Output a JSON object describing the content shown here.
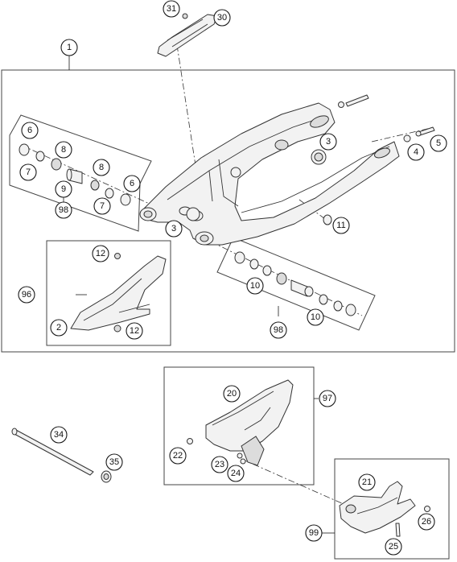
{
  "colors": {
    "line": "#1a1a1a",
    "fill": "#f2f2f2",
    "shade": "#dcdcdc"
  },
  "callouts": {
    "c31": "31",
    "c30": "30",
    "c1": "1",
    "c6a": "6",
    "c8a": "8",
    "c7a": "7",
    "c8b": "8",
    "c9": "9",
    "c6b": "6",
    "c7b": "7",
    "c98a": "98",
    "c3a": "3",
    "c3b": "3",
    "c4": "4",
    "c5": "5",
    "c11": "11",
    "c12a": "12",
    "c96": "96",
    "c2": "2",
    "c12b": "12",
    "c10a": "10",
    "c10b": "10",
    "c98b": "98",
    "c20": "20",
    "c97": "97",
    "c22": "22",
    "c23": "23",
    "c24": "24",
    "c34": "34",
    "c35": "35",
    "c21": "21",
    "c26": "26",
    "c99": "99",
    "c25": "25"
  }
}
